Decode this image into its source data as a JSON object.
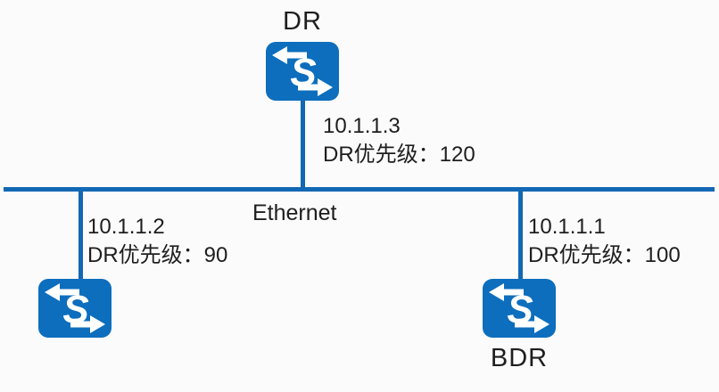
{
  "bus": {
    "label": "Ethernet"
  },
  "nodes": {
    "dr": {
      "role_label": "DR",
      "ip": "10.1.1.3",
      "priority": "DR优先级：120"
    },
    "left_switch": {
      "ip": "10.1.1.2",
      "priority": "DR优先级：90"
    },
    "bdr": {
      "role_label": "BDR",
      "ip": "10.1.1.1",
      "priority": "DR优先级：100"
    }
  },
  "icons": {
    "switch_glyph": "S",
    "switch_icon_name": "huawei-switch-icon"
  },
  "colors": {
    "device_fill": "#0D6EBD",
    "link_line": "#1268B4",
    "text": "#1E1E1E",
    "background": "#FBFBFC"
  }
}
